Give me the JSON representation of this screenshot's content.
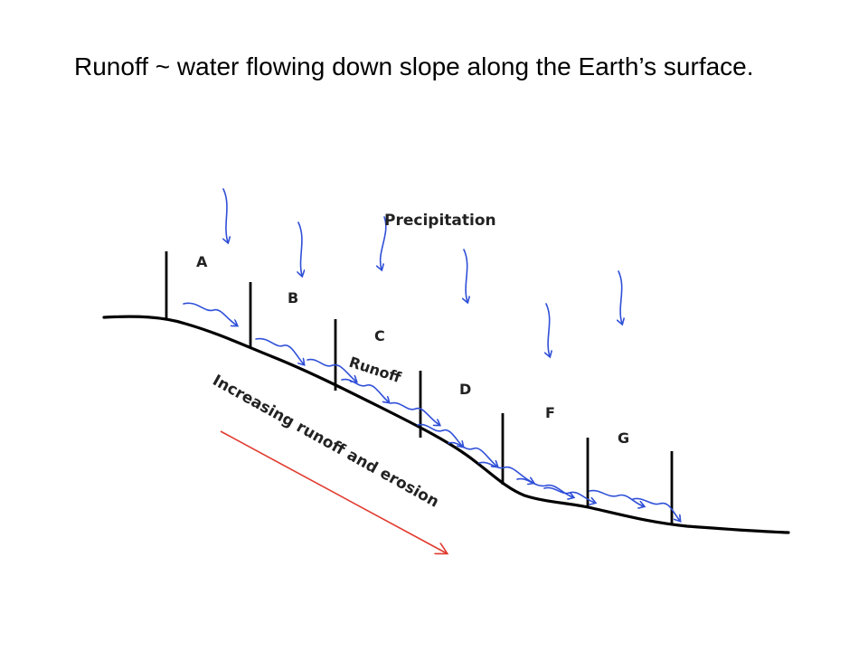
{
  "slide": {
    "title": "Runoff ~ water flowing down slope along the Earth’s surface."
  },
  "diagram": {
    "labels": {
      "precipitation": "Precipitation",
      "runoff": "Runoff",
      "trend": "Increasing runoff and erosion"
    },
    "stations": [
      "A",
      "B",
      "C",
      "D",
      "F",
      "G"
    ],
    "colors": {
      "water": "#2f4fd8",
      "trend_arrow": "#e03a2e",
      "ground": "#000000"
    }
  }
}
